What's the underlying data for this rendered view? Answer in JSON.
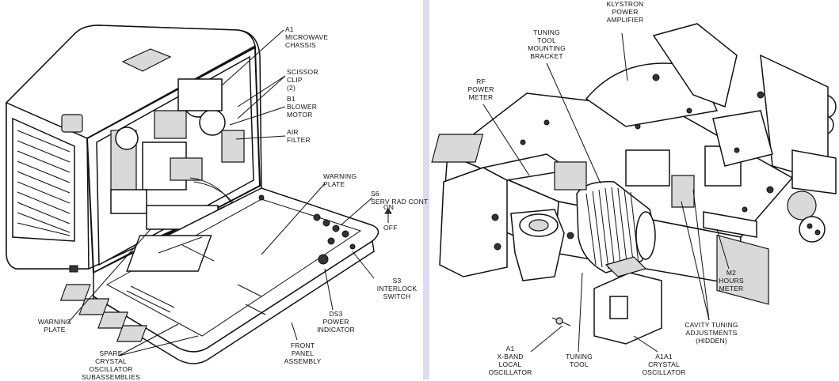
{
  "panel_left": {
    "labels": {
      "a1_microwave_chassis": "A1\nMICROWAVE\nCHASSIS",
      "scissor_clip": "SCISSOR\nCLIP\n(2)",
      "b1_blower_motor": "B1\nBLOWER\nMOTOR",
      "air_filter": "AIR\nFILTER",
      "warning_plate_top": "WARNING\nPLATE",
      "s6_serv_rad_cont": "S6\nSERV RAD CONT",
      "switch_on": "ON",
      "switch_off": "OFF",
      "s3_interlock_switch": "S3\nINTERLOCK\nSWITCH",
      "ds3_power_indicator": "DS3\nPOWER\nINDICATOR",
      "front_panel_assembly": "FRONT\nPANEL\nASSEMBLY",
      "warning_plate_bottom": "WARNING\nPLATE",
      "spare_crystal": "SPARE\nCRYSTAL\nOSCILLATOR\nSUBASSEMBLIES"
    }
  },
  "panel_right": {
    "labels": {
      "klystron": "KLYSTRON\nPOWER\nAMPLIFIER",
      "tuning_tool_bracket": "TUNING\nTOOL\nMOUNTING\nBRACKET",
      "rf_power_meter": "RF\nPOWER\nMETER",
      "m2_hours_meter": "M2\nHOURS\nMETER",
      "cavity_tuning": "CAVITY TUNING\nADJUSTMENTS\n(HIDDEN)",
      "a1_xband": "A1\nX-BAND\nLOCAL\nOSCILLATOR",
      "tuning_tool": "TUNING\nTOOL",
      "a1a1_crystal": "A1A1\nCRYSTAL\nOSCILLATOR"
    }
  },
  "colors": {
    "divider": "#dcdcf0",
    "ink": "#111111",
    "paper": "#ffffff"
  }
}
